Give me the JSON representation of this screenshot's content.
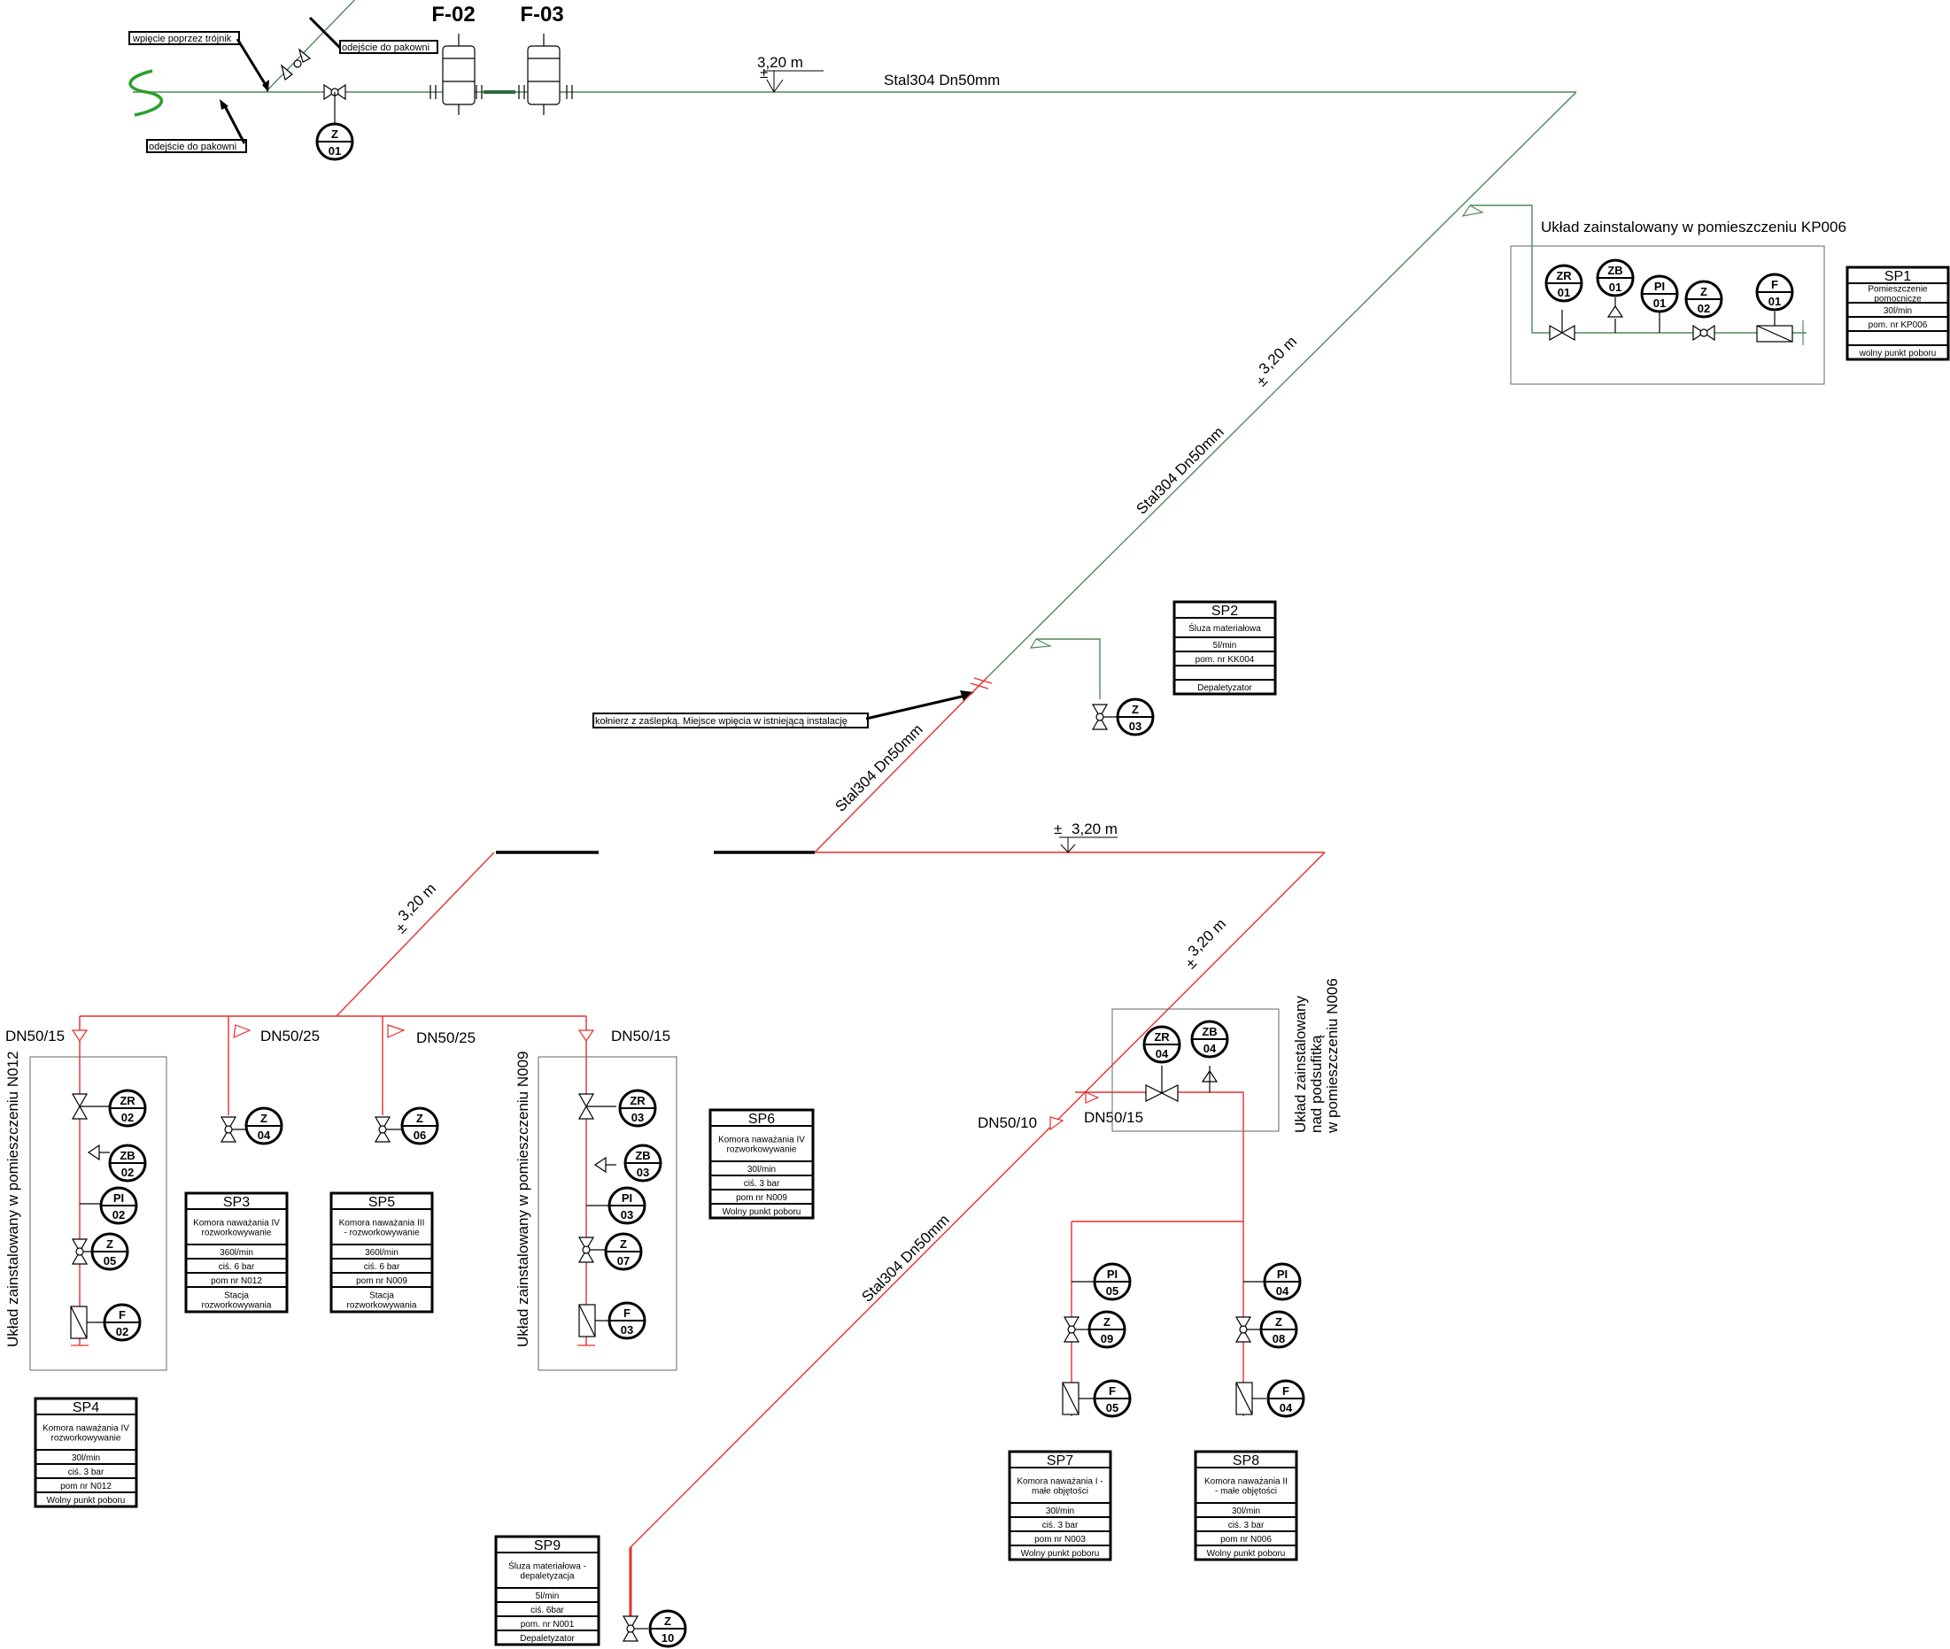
{
  "colors": {
    "green": "#4f8a57",
    "green_bright": "#2ca02c",
    "red": "#e82e2e",
    "black": "#000000"
  },
  "filters": [
    {
      "id": "f02",
      "label": "F-02"
    },
    {
      "id": "f03",
      "label": "F-03"
    }
  ],
  "top_labels": {
    "entry_tee": "wpięcie poprzez trójnik",
    "outlet_top": "odejście do pakowni",
    "outlet_bottom": "odejście do pakowni",
    "pipe_main": "Stal304 Dn50mm",
    "elev_top": "3,20 m"
  },
  "diagonal_labels": {
    "pipe_diag_upper": "Stal304 Dn50mm",
    "elev_diag_upper": "3,20 m",
    "flange_note": "kołnierz z zaślepką. Miejsce wpięcia w istniejącą instalację",
    "pipe_diag_mid": "Stal304 Dn50mm",
    "elev_mid": "3,20 m",
    "elev_left": "3,20 m",
    "elev_right": "3,20 m",
    "pipe_diag_lower": "Stal304 Dn50mm"
  },
  "room_labels": {
    "kp006": "Układ zainstalowany w pomieszczeniu KP006",
    "n012": "Układ zainstalowany w pomieszczeniu N012",
    "n009": "Układ zainstalowany w pomieszczeniu N009",
    "n006_l1": "Układ zainstalowany",
    "n006_l2": "nad podsufitką",
    "n006_l3": "w pomieszczeniu N006"
  },
  "branch_labels": {
    "b1": "DN50/15",
    "b2": "DN50/25",
    "b3": "DN50/25",
    "b4": "DN50/15",
    "b5": "DN50/10",
    "b6": "DN50/15"
  },
  "instruments": {
    "z01": {
      "top": "Z",
      "bot": "01"
    },
    "zr01": {
      "top": "ZR",
      "bot": "01"
    },
    "zb01": {
      "top": "ZB",
      "bot": "01"
    },
    "pi01": {
      "top": "PI",
      "bot": "01"
    },
    "z02": {
      "top": "Z",
      "bot": "02"
    },
    "f01": {
      "top": "F",
      "bot": "01"
    },
    "z03": {
      "top": "Z",
      "bot": "03"
    },
    "zr02": {
      "top": "ZR",
      "bot": "02"
    },
    "zb02": {
      "top": "ZB",
      "bot": "02"
    },
    "pi02": {
      "top": "PI",
      "bot": "02"
    },
    "z05": {
      "top": "Z",
      "bot": "05"
    },
    "f02": {
      "top": "F",
      "bot": "02"
    },
    "z04": {
      "top": "Z",
      "bot": "04"
    },
    "z06": {
      "top": "Z",
      "bot": "06"
    },
    "zr03": {
      "top": "ZR",
      "bot": "03"
    },
    "zb03": {
      "top": "ZB",
      "bot": "03"
    },
    "pi03": {
      "top": "PI",
      "bot": "03"
    },
    "z07": {
      "top": "Z",
      "bot": "07"
    },
    "f03": {
      "top": "F",
      "bot": "03"
    },
    "zr04": {
      "top": "ZR",
      "bot": "04"
    },
    "zb04": {
      "top": "ZB",
      "bot": "04"
    },
    "pi05": {
      "top": "PI",
      "bot": "05"
    },
    "z09": {
      "top": "Z",
      "bot": "09"
    },
    "f05": {
      "top": "F",
      "bot": "05"
    },
    "pi04": {
      "top": "PI",
      "bot": "04"
    },
    "z08": {
      "top": "Z",
      "bot": "08"
    },
    "f04": {
      "top": "F",
      "bot": "04"
    },
    "z10": {
      "top": "Z",
      "bot": "10"
    }
  },
  "points": {
    "sp1": {
      "title": "SP1",
      "rows": [
        "Pomieszczenie pomocnicze",
        "30l/min",
        "pom. nr KP006",
        "",
        "wolny punkt poboru"
      ]
    },
    "sp2": {
      "title": "SP2",
      "rows": [
        "Śluza materiałowa",
        "5l/min",
        "pom. nr KK004",
        "",
        "Depaletyzator"
      ]
    },
    "sp3": {
      "title": "SP3",
      "rows": [
        "Komora naważania IV rozworkowywanie",
        "360l/min",
        "ciś. 6 bar",
        "pom nr N012",
        "Stacja rozworkowywania"
      ]
    },
    "sp4": {
      "title": "SP4",
      "rows": [
        "Komora naważania IV rozworkowywanie",
        "30l/min",
        "ciś. 3 bar",
        "pom nr N012",
        "Wolny punkt poboru"
      ]
    },
    "sp5": {
      "title": "SP5",
      "rows": [
        "Komora naważania III - rozworkowywanie",
        "360l/min",
        "ciś. 6 bar",
        "pom nr N009",
        "Stacja rozworkowywania"
      ]
    },
    "sp6": {
      "title": "SP6",
      "rows": [
        "Komora naważania IV rozworkowywanie",
        "30l/min",
        "ciś. 3 bar",
        "pom nr N009",
        "Wolny punkt poboru"
      ]
    },
    "sp7": {
      "title": "SP7",
      "rows": [
        "Komora naważania I - małe objętości",
        "30l/min",
        "ciś. 3 bar",
        "pom nr N003",
        "Wolny punkt poboru"
      ]
    },
    "sp8": {
      "title": "SP8",
      "rows": [
        "Komora naważania II - małe objętości",
        "30l/min",
        "ciś. 3 bar",
        "pom nr N006",
        "Wolny punkt poboru"
      ]
    },
    "sp9": {
      "title": "SP9",
      "rows": [
        "Śluza materiałowa - depaletyzacja",
        "5l/min",
        "ciś. 6bar",
        "pom. nr N001",
        "Depaletyzator"
      ]
    }
  }
}
